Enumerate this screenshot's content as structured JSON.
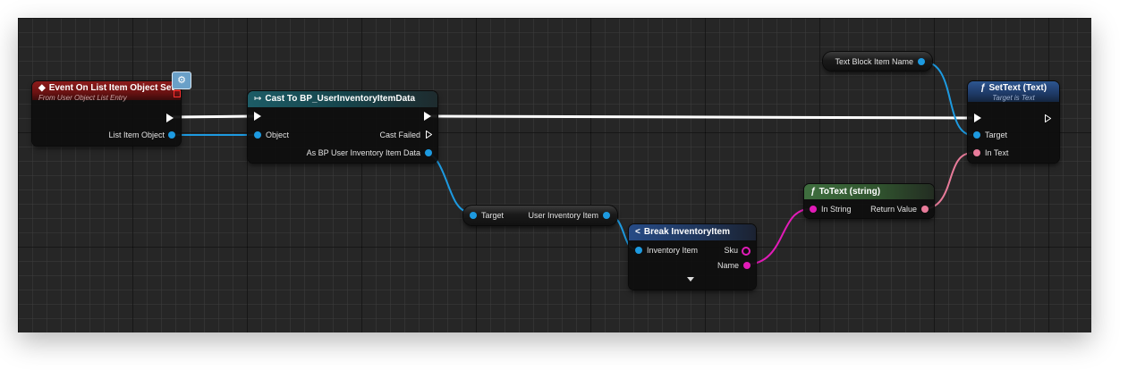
{
  "colors": {
    "object_pin": "#1d9ae0",
    "string_pin": "#e21bb8",
    "text_pin": "#e87b9a",
    "exec_wire": "#ffffff"
  },
  "nodes": {
    "event": {
      "title": "Event On List Item Object Set",
      "subtitle": "From User Object List Entry",
      "output_label": "List Item Object",
      "icon": "event-diamond-icon",
      "badge_icon": "interface-badge-icon"
    },
    "cast": {
      "title": "Cast To BP_UserInventoryItemData",
      "icon": "cast-arrows-icon",
      "input_label": "Object",
      "cast_failed_label": "Cast Failed",
      "output_label": "As BP User Inventory Item Data"
    },
    "getter_target": {
      "input_label": "Target",
      "output_label": "User Inventory Item"
    },
    "break": {
      "title": "Break InventoryItem",
      "icon": "break-struct-icon",
      "input_label": "Inventory Item",
      "sku_label": "Sku",
      "name_label": "Name",
      "expand_icon": "expand-arrow-icon"
    },
    "totext": {
      "title": "ToText (string)",
      "icon": "function-icon",
      "input_label": "In String",
      "output_label": "Return Value"
    },
    "textblock": {
      "label": "Text Block Item Name"
    },
    "settext": {
      "title": "SetText (Text)",
      "subtitle": "Target is Text",
      "icon": "function-icon",
      "target_label": "Target",
      "intext_label": "In Text"
    }
  }
}
